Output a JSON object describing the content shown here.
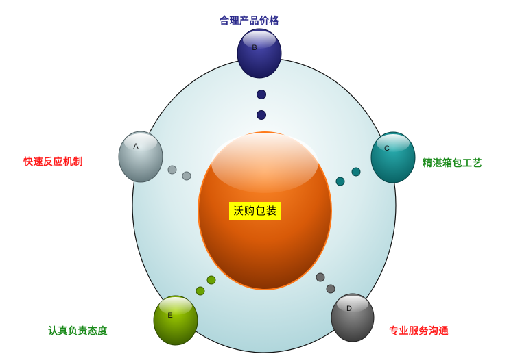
{
  "center": {
    "label": "沃购包装",
    "color": "#e05a08"
  },
  "nodes": [
    {
      "letter": "B",
      "label": "合理产品价格",
      "label_color": "#2b2a8c",
      "color": "#232470"
    },
    {
      "letter": "C",
      "label": "精湛箱包工艺",
      "label_color": "#1a8a1a",
      "color": "#0e7d7f"
    },
    {
      "letter": "D",
      "label": "专业服务沟通",
      "label_color": "#ff1a1a",
      "color": "#5a5a5a"
    },
    {
      "letter": "E",
      "label": "认真负责态度",
      "label_color": "#1a8a1a",
      "color": "#5a8a00"
    },
    {
      "letter": "A",
      "label": "快速反应机制",
      "label_color": "#ff1a1a",
      "color": "#8fa5a8"
    }
  ]
}
